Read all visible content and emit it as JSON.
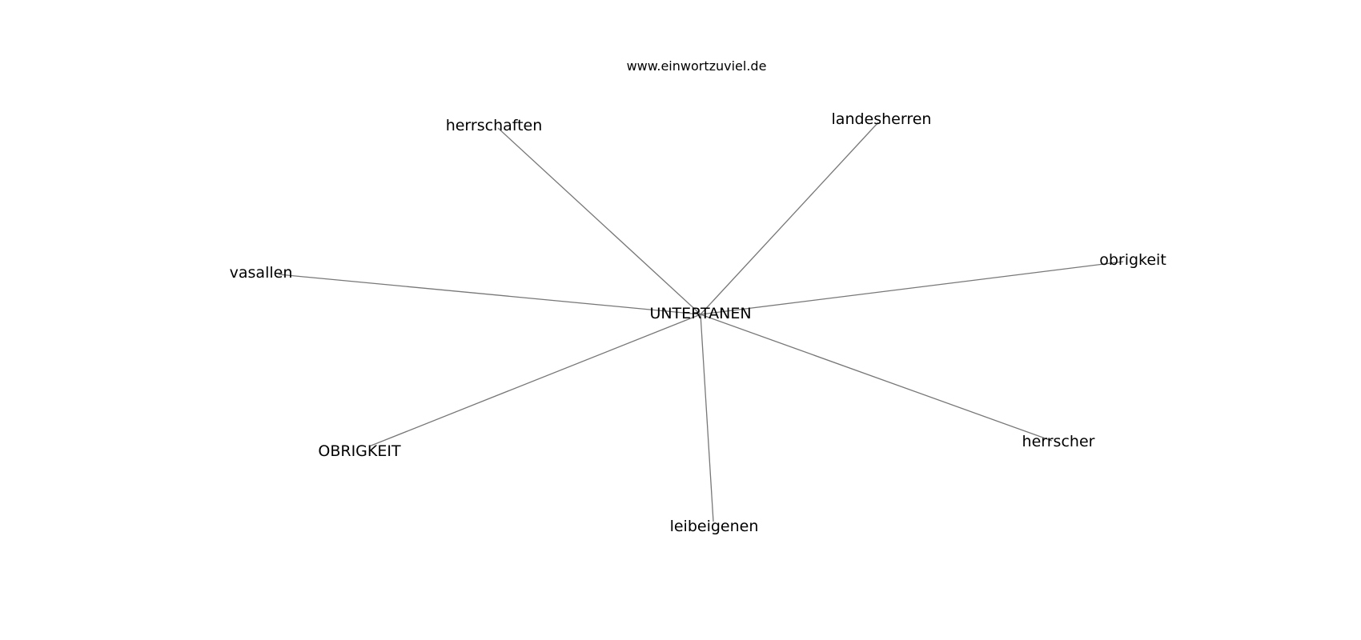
{
  "title": "www.einwortzuviel.de",
  "center": {
    "label": "UNTERTANEN"
  },
  "nodes": [
    {
      "id": "herrschaften",
      "label": "herrschaften"
    },
    {
      "id": "landesherren",
      "label": "landesherren"
    },
    {
      "id": "vasallen",
      "label": "vasallen"
    },
    {
      "id": "obrigkeit",
      "label": "obrigkeit"
    },
    {
      "id": "OBRIGKEIT",
      "label": "OBRIGKEIT"
    },
    {
      "id": "herrscher",
      "label": "herrscher"
    },
    {
      "id": "leibeigenen",
      "label": "leibeigenen"
    }
  ],
  "edge_color": "#777777"
}
